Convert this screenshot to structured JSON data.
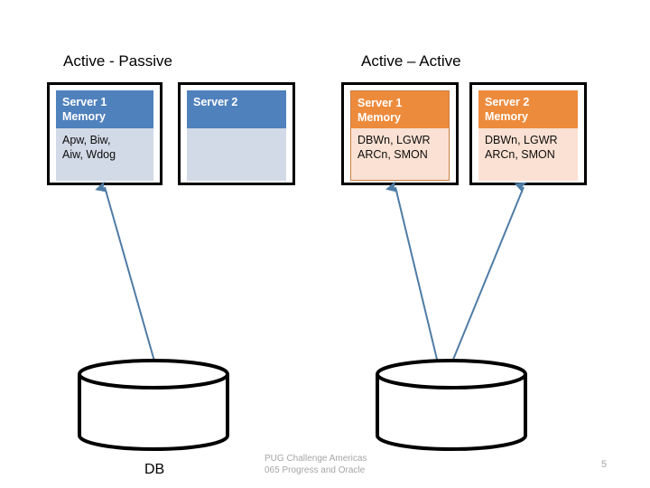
{
  "slide": {
    "page_number": "5",
    "footer": {
      "line1": "PUG Challenge Americas",
      "line2": "065 Progress and Oracle"
    }
  },
  "sections": [
    {
      "id": "active-passive",
      "title": "Active - Passive"
    },
    {
      "id": "active-active",
      "title": "Active – Active"
    }
  ],
  "colors": {
    "blue_header": "#4F81BD",
    "blue_body": "#D2D9E7",
    "orange_header": "#ED8B3C",
    "orange_body": "#FBE1D3",
    "arrow": "#4F7CA5",
    "outline": "#000000",
    "footer_text": "#A6A6A6"
  },
  "boxes": {
    "ap_server1": {
      "header_line1": "Server 1",
      "header_line2": "Memory",
      "body_line1": "Apw, Biw,",
      "body_line2": "Aiw, Wdog"
    },
    "ap_server2": {
      "header_line1": "Server 2",
      "header_line2": "",
      "body_line1": "",
      "body_line2": ""
    },
    "aa_server1": {
      "header_line1": "Server 1",
      "header_line2": "Memory",
      "body_line1": "DBWn, LGWR",
      "body_line2": "ARCn, SMON"
    },
    "aa_server2": {
      "header_line1": "Server 2",
      "header_line2": "Memory",
      "body_line1": "DBWn, LGWR",
      "body_line2": "ARCn, SMON"
    }
  },
  "databases": [
    {
      "id": "db-left",
      "label": "DB"
    },
    {
      "id": "db-right",
      "label": ""
    }
  ]
}
